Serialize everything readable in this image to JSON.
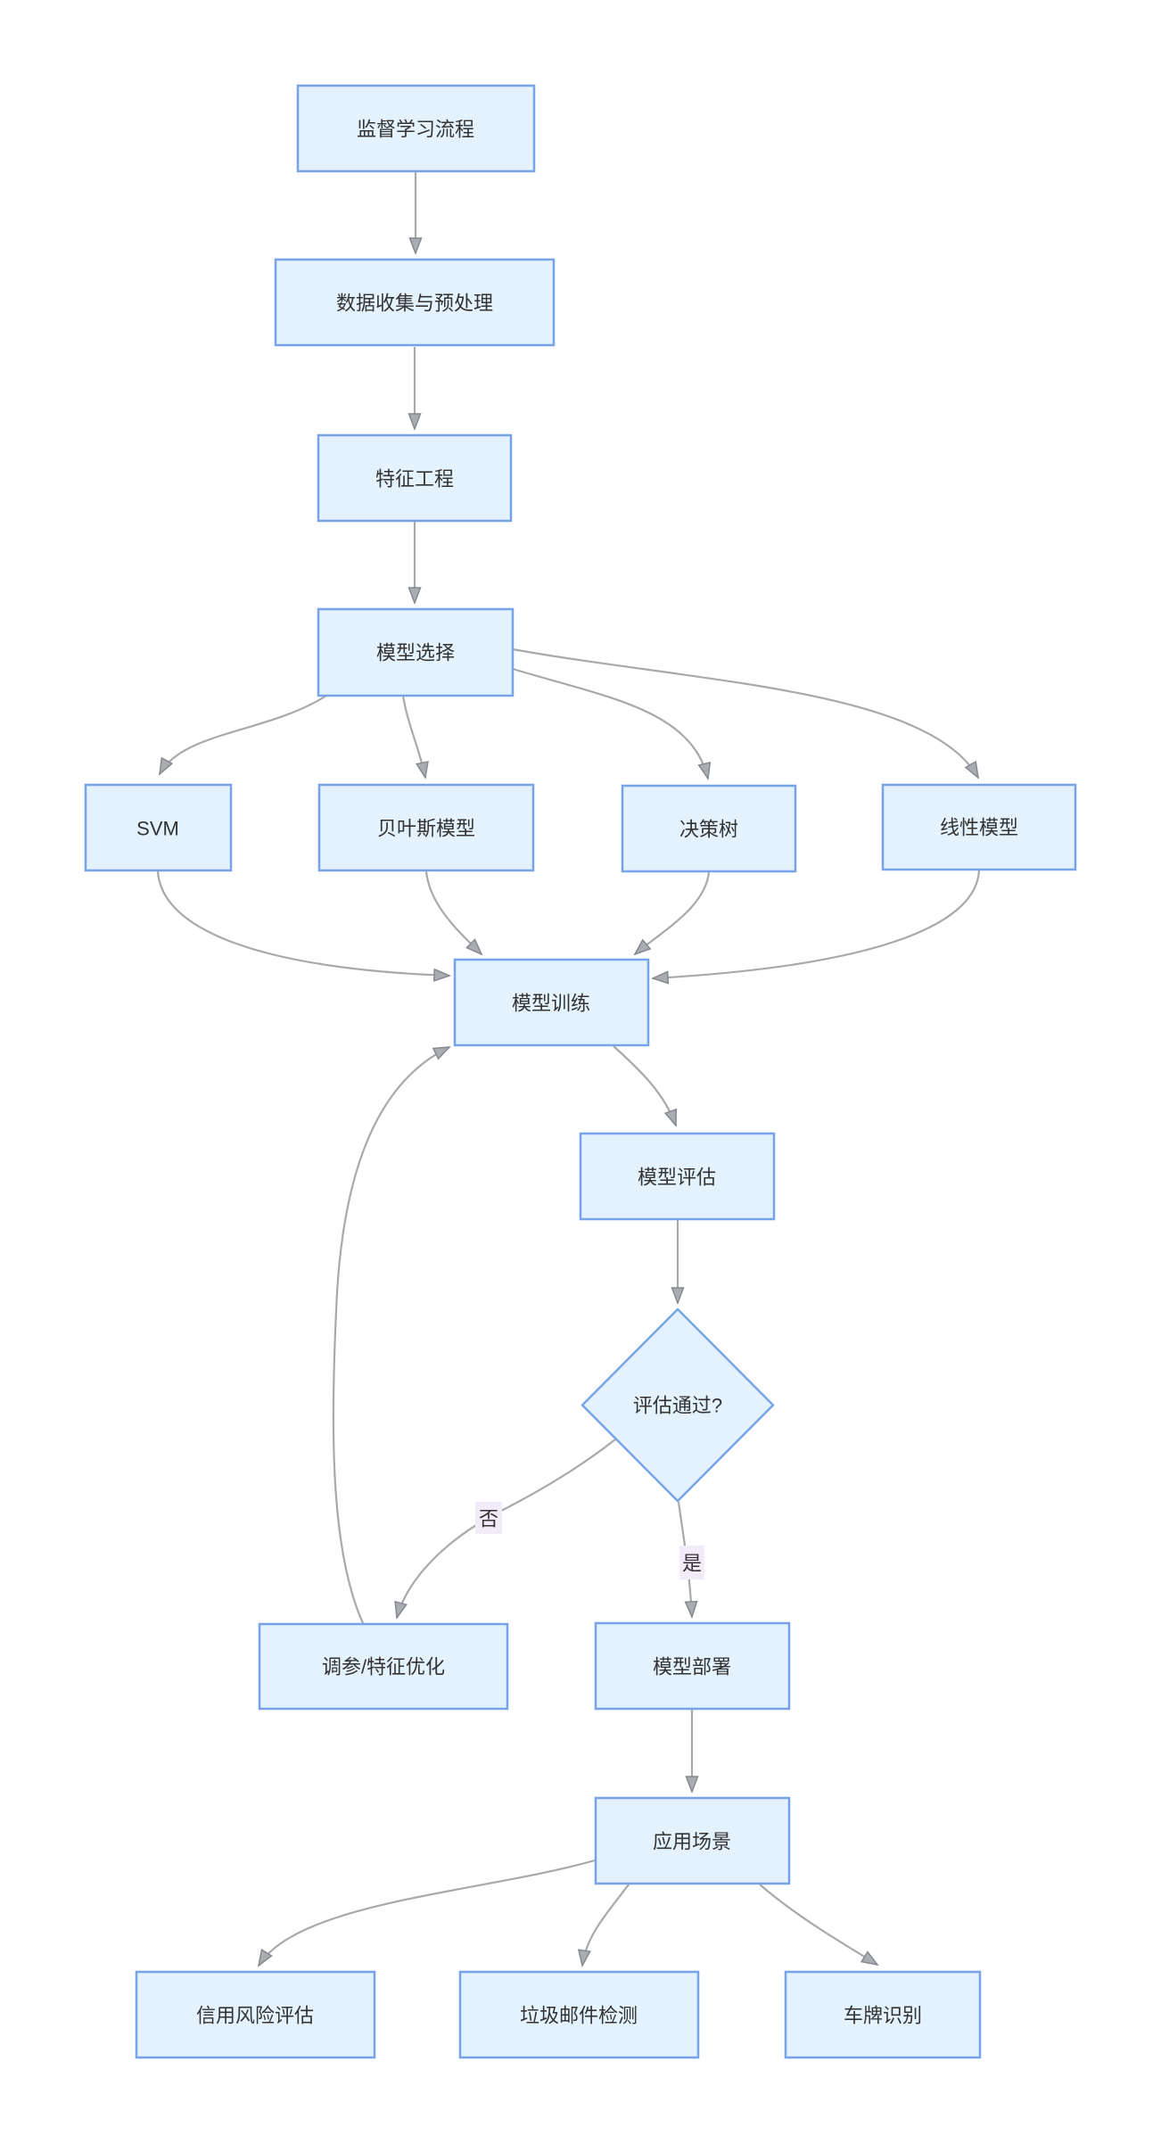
{
  "diagram": {
    "type": "flowchart",
    "direction": "top-down",
    "nodes": [
      {
        "id": "A",
        "label": "监督学习流程",
        "shape": "rect"
      },
      {
        "id": "B",
        "label": "数据收集与预处理",
        "shape": "rect"
      },
      {
        "id": "C",
        "label": "特征工程",
        "shape": "rect"
      },
      {
        "id": "D",
        "label": "模型选择",
        "shape": "rect"
      },
      {
        "id": "E",
        "label": "SVM",
        "shape": "rect"
      },
      {
        "id": "F",
        "label": "贝叶斯模型",
        "shape": "rect"
      },
      {
        "id": "G",
        "label": "决策树",
        "shape": "rect"
      },
      {
        "id": "H",
        "label": "线性模型",
        "shape": "rect"
      },
      {
        "id": "I",
        "label": "模型训练",
        "shape": "rect"
      },
      {
        "id": "J",
        "label": "模型评估",
        "shape": "rect"
      },
      {
        "id": "K",
        "label": "评估通过?",
        "shape": "diamond"
      },
      {
        "id": "L",
        "label": "调参/特征优化",
        "shape": "rect"
      },
      {
        "id": "M",
        "label": "模型部署",
        "shape": "rect"
      },
      {
        "id": "N",
        "label": "应用场景",
        "shape": "rect"
      },
      {
        "id": "O",
        "label": "信用风险评估",
        "shape": "rect"
      },
      {
        "id": "P",
        "label": "垃圾邮件检测",
        "shape": "rect"
      },
      {
        "id": "Q",
        "label": "车牌识别",
        "shape": "rect"
      }
    ],
    "edges": [
      {
        "from": "监督学习流程",
        "to": "数据收集与预处理"
      },
      {
        "from": "数据收集与预处理",
        "to": "特征工程"
      },
      {
        "from": "特征工程",
        "to": "模型选择"
      },
      {
        "from": "模型选择",
        "to": "SVM"
      },
      {
        "from": "模型选择",
        "to": "贝叶斯模型"
      },
      {
        "from": "模型选择",
        "to": "决策树"
      },
      {
        "from": "模型选择",
        "to": "线性模型"
      },
      {
        "from": "SVM",
        "to": "模型训练"
      },
      {
        "from": "贝叶斯模型",
        "to": "模型训练"
      },
      {
        "from": "决策树",
        "to": "模型训练"
      },
      {
        "from": "线性模型",
        "to": "模型训练"
      },
      {
        "from": "模型训练",
        "to": "模型评估"
      },
      {
        "from": "模型评估",
        "to": "评估通过?"
      },
      {
        "from": "评估通过?",
        "to": "调参/特征优化",
        "label": "否"
      },
      {
        "from": "评估通过?",
        "to": "模型部署",
        "label": "是"
      },
      {
        "from": "调参/特征优化",
        "to": "模型训练"
      },
      {
        "from": "模型部署",
        "to": "应用场景"
      },
      {
        "from": "应用场景",
        "to": "信用风险评估"
      },
      {
        "from": "应用场景",
        "to": "垃圾邮件检测"
      },
      {
        "from": "应用场景",
        "to": "车牌识别"
      }
    ],
    "edge_labels": {
      "no": "否",
      "yes": "是"
    },
    "colors": {
      "node_fill": "#E3F2FC",
      "node_border": "#77A3E9",
      "edge_line": "#A9A9A9",
      "arrowhead": "#A9ADB2",
      "text": "#333333",
      "edge_label_bg": "#F2ECFA",
      "background": "#FFFFFF"
    }
  }
}
